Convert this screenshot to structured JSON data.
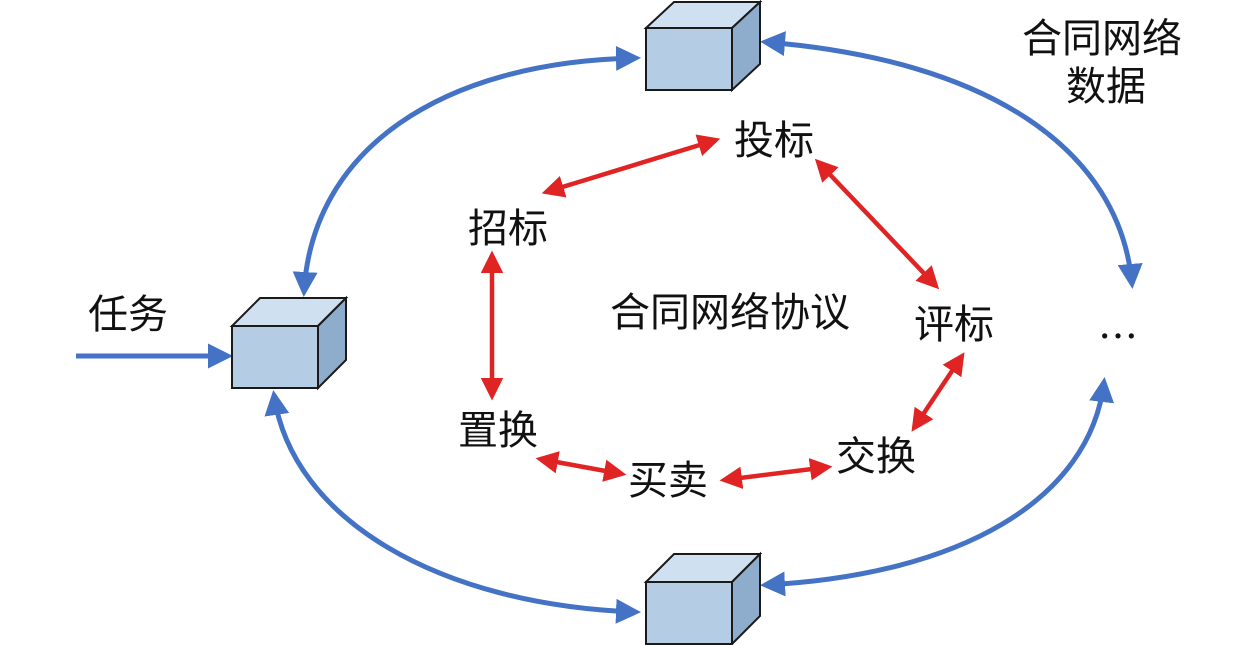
{
  "diagram": {
    "center_label": "合同网络协议",
    "data_label_line1": "合同网络",
    "data_label_line2": "数据",
    "task_label": "任务",
    "ellipsis": "…",
    "steps": {
      "bid": "投标",
      "tender": "招标",
      "evaluate": "评标",
      "replace": "置换",
      "trade": "买卖",
      "exchange": "交换"
    },
    "colors": {
      "outer_arrow": "#4472c4",
      "inner_arrow": "#e02424",
      "cube_front": "#b4cde4",
      "cube_top": "#cfe0f0",
      "cube_side": "#8eaccb",
      "cube_edge": "#1a1a1a"
    }
  }
}
